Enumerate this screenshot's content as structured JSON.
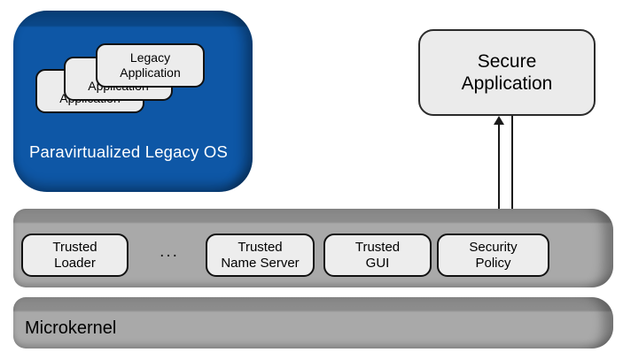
{
  "colors": {
    "legacy_os_blue": "#0e57a6",
    "legacy_os_blue_dark": "#0a4788",
    "bar_gray": "#a9a9a9",
    "bar_gray_dark": "#8d8d8d",
    "box_fill": "#ededed",
    "border_black": "#111111",
    "os_label_text": "#ffffff"
  },
  "legacy_os": {
    "label": "Paravirtualized Legacy OS",
    "app_label": "Legacy\nApplication",
    "app_count": 3
  },
  "secure_app": {
    "label": "Secure\nApplication"
  },
  "connector": {
    "up_icon": "arrow-up-icon",
    "down_icon": "arrow-down-icon"
  },
  "trusted_bar": {
    "items": [
      "Trusted\nLoader",
      "Trusted\nName Server",
      "Trusted\nGUI",
      "Security\nPolicy"
    ],
    "ellipsis": "..."
  },
  "microkernel": {
    "label": "Microkernel"
  }
}
